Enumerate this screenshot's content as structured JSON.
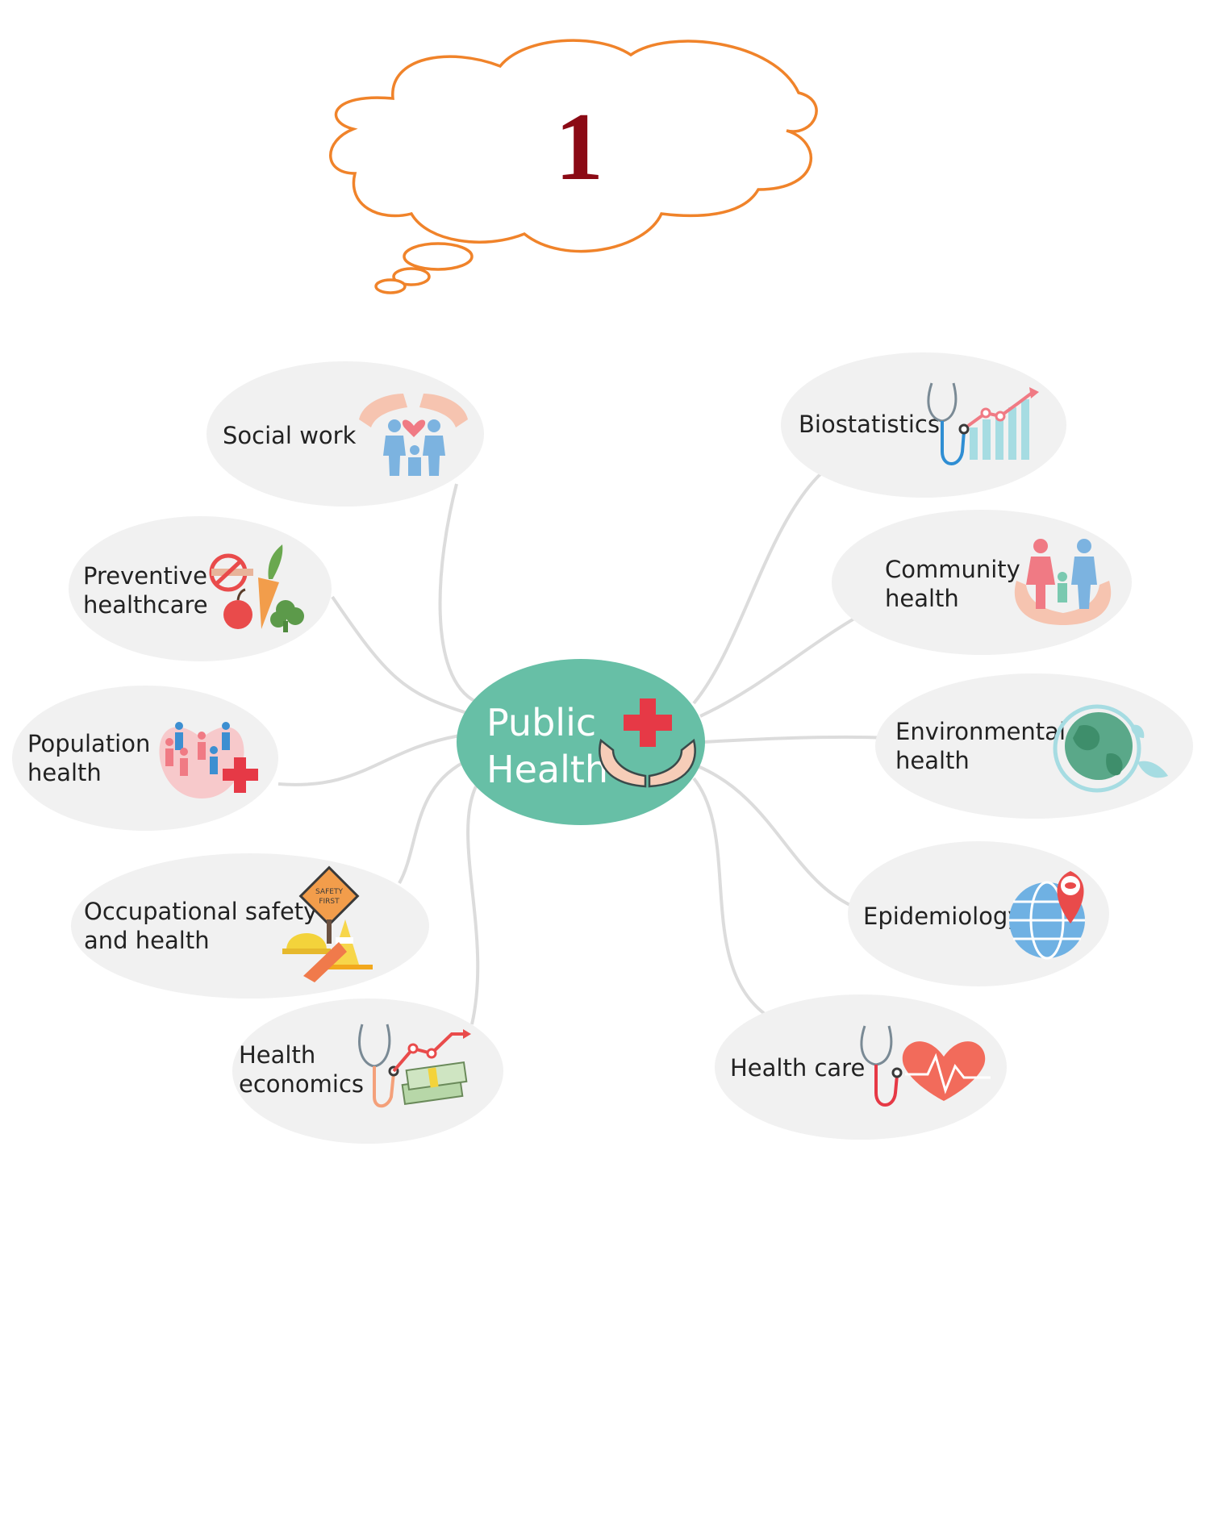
{
  "thought_cloud": {
    "number": "1",
    "outline_color": "#f0832a",
    "number_color": "#8b0a15"
  },
  "center": {
    "line1": "Public",
    "line2": "Health",
    "color": "#67bfa6",
    "icon": "hands-with-cross-icon"
  },
  "nodes": [
    {
      "id": "social-work",
      "lines": [
        "Social work"
      ],
      "icon": "family-under-hands-icon"
    },
    {
      "id": "preventive-healthcare",
      "lines": [
        "Preventive",
        "healthcare"
      ],
      "icon": "healthy-food-no-smoking-icon"
    },
    {
      "id": "population-health",
      "lines": [
        "Population",
        "health"
      ],
      "icon": "people-in-heart-icon"
    },
    {
      "id": "occupational-safety",
      "lines": [
        "Occupational safety",
        "and health"
      ],
      "icon": "safety-first-sign-icon"
    },
    {
      "id": "health-economics",
      "lines": [
        "Health",
        "economics"
      ],
      "icon": "stethoscope-money-icon"
    },
    {
      "id": "biostatistics",
      "lines": [
        "Biostatistics"
      ],
      "icon": "stethoscope-chart-icon"
    },
    {
      "id": "community-health",
      "lines": [
        "Community",
        "health"
      ],
      "icon": "family-in-hands-icon"
    },
    {
      "id": "environmental-health",
      "lines": [
        "Environmental",
        "health"
      ],
      "icon": "globe-leaf-icon"
    },
    {
      "id": "epidemiology",
      "lines": [
        "Epidemiology"
      ],
      "icon": "globe-virus-pin-icon"
    },
    {
      "id": "health-care",
      "lines": [
        "Health care"
      ],
      "icon": "stethoscope-heart-icon"
    }
  ]
}
